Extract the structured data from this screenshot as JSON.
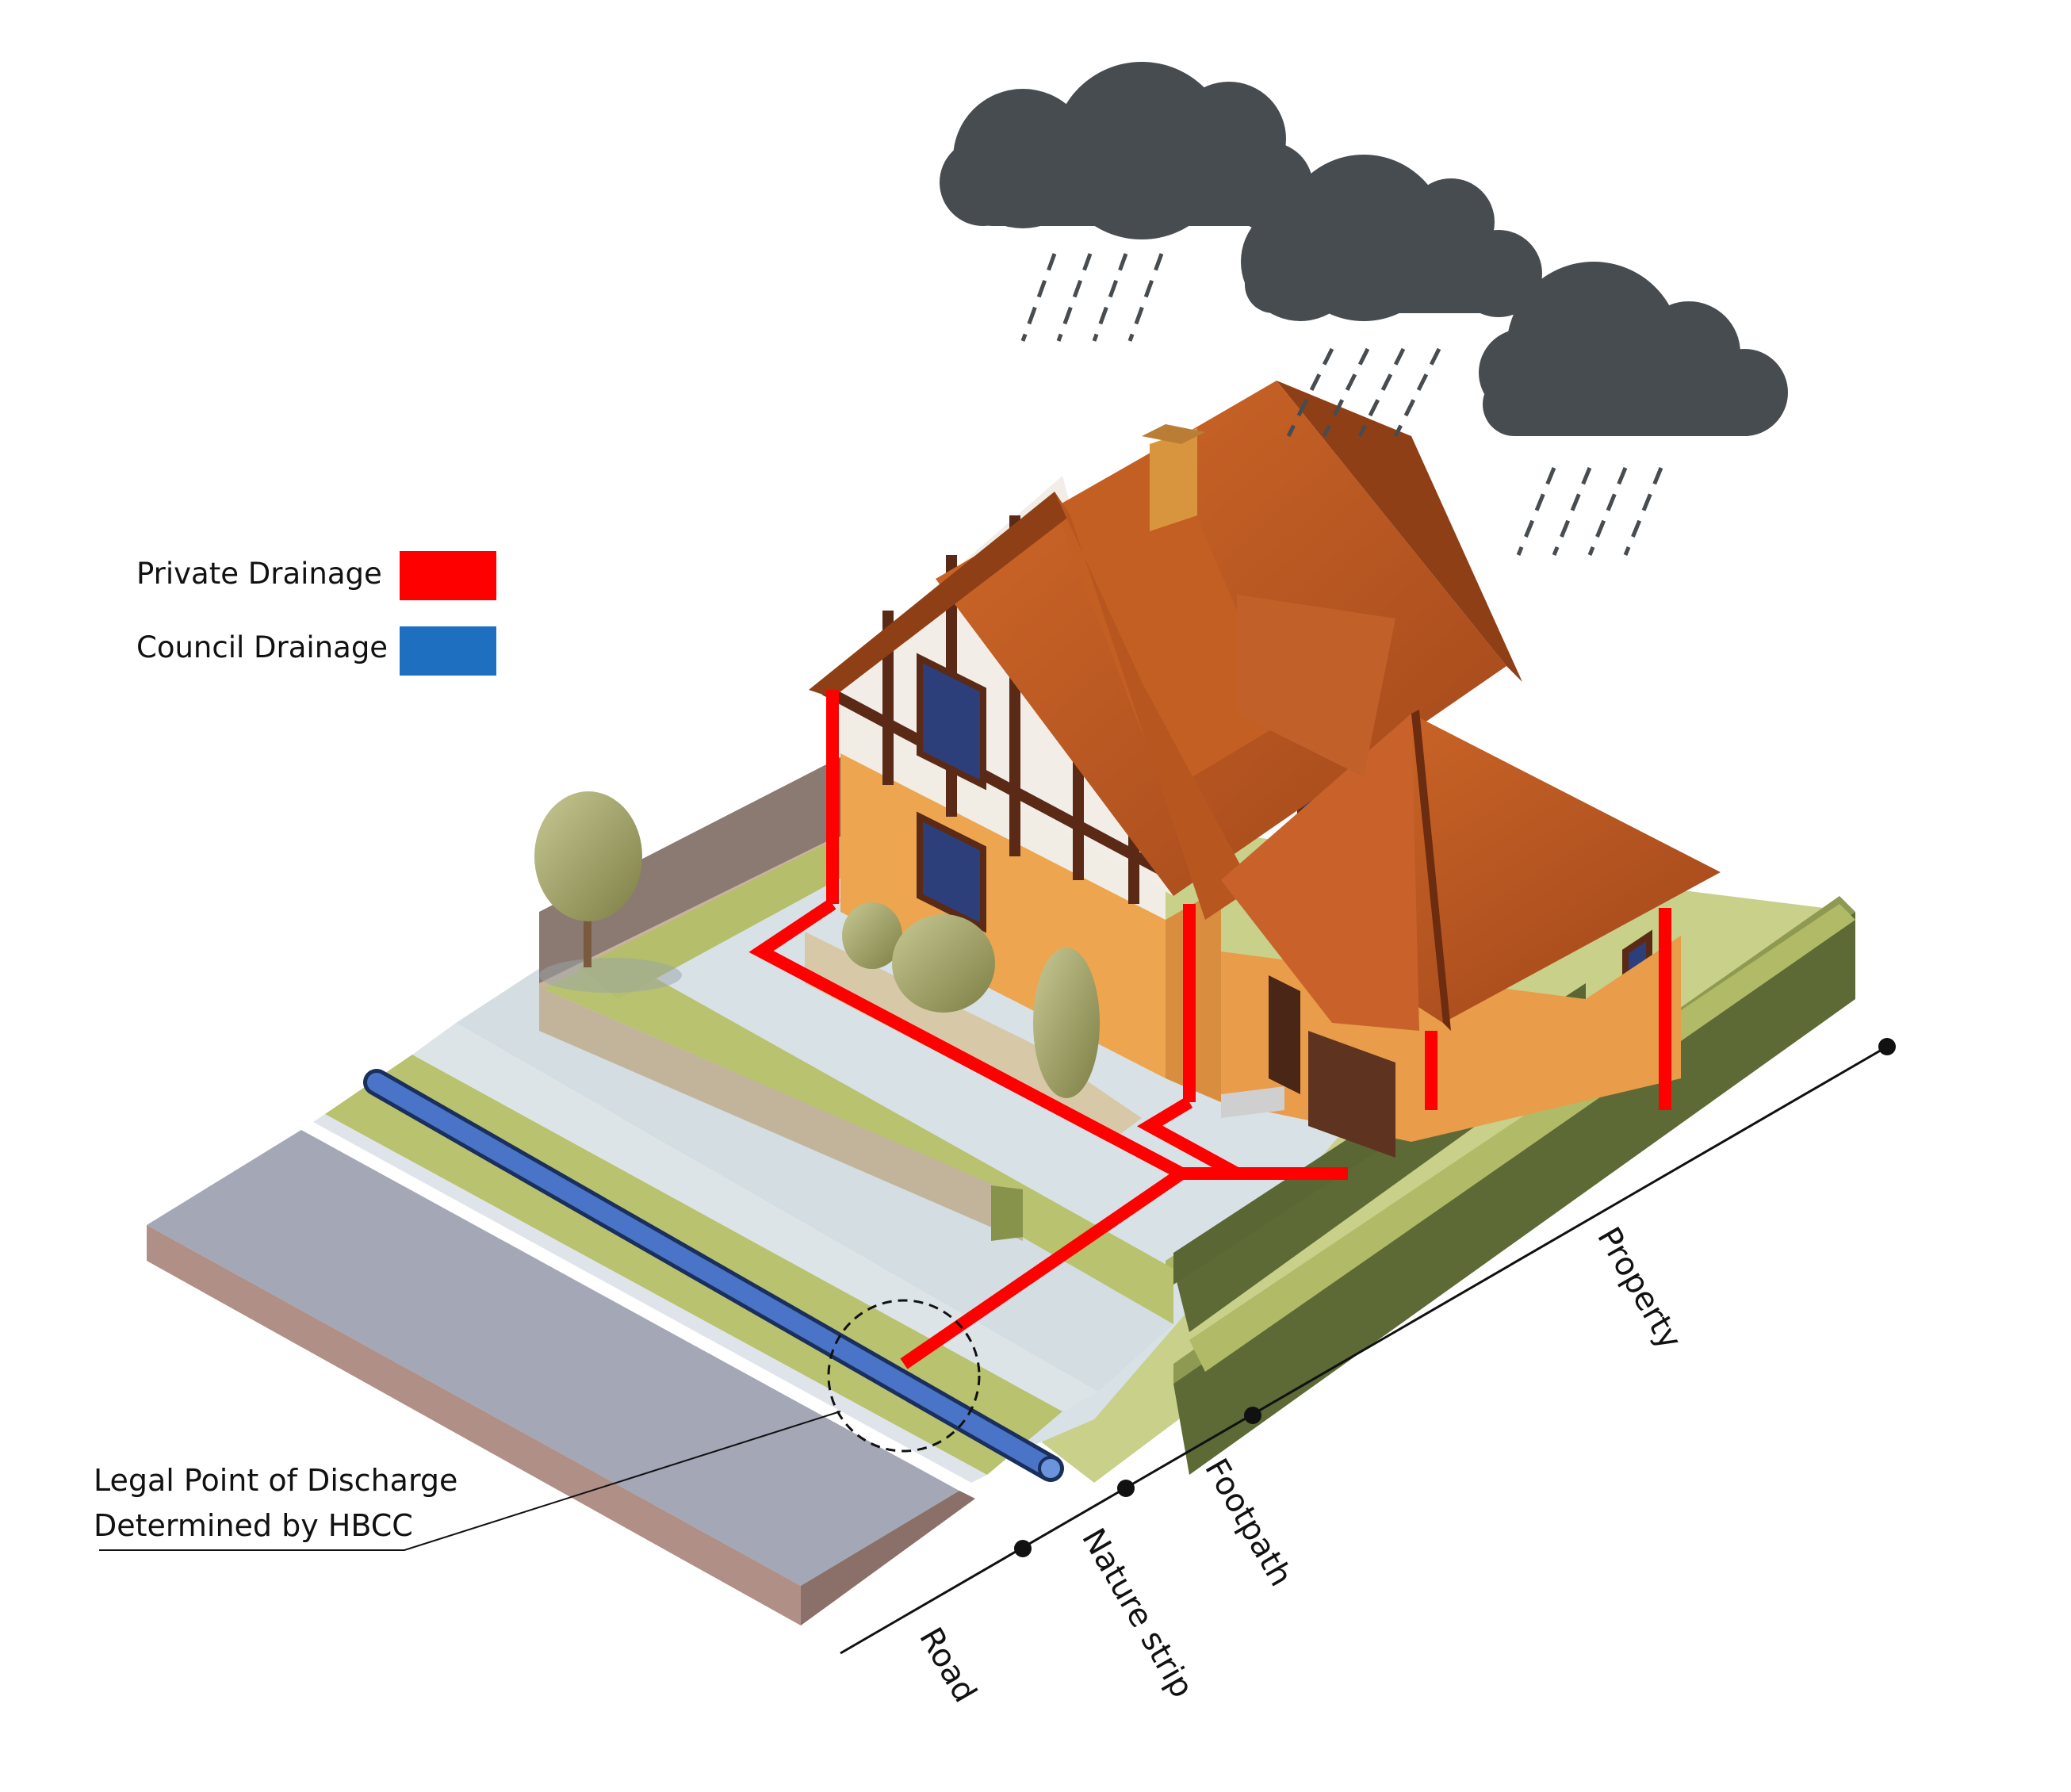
{
  "legend": {
    "items": [
      {
        "label": "Private Drainage",
        "color": "#ff0000"
      },
      {
        "label": "Council Drainage",
        "color": "#1f6fc1"
      }
    ]
  },
  "callout": {
    "line1": "Legal Point of Discharge",
    "line2": "Determined by HBCC"
  },
  "zones": {
    "road": "Road",
    "nature_strip": "Nature strip",
    "footpath": "Footpath",
    "property": "Property"
  },
  "colors": {
    "roof": "#b8561c",
    "brick": "#e8a04e",
    "grass": "#b6be6c",
    "road": "#a3a7b6",
    "paving": "#d8e2e6",
    "cloud": "#474c51"
  }
}
